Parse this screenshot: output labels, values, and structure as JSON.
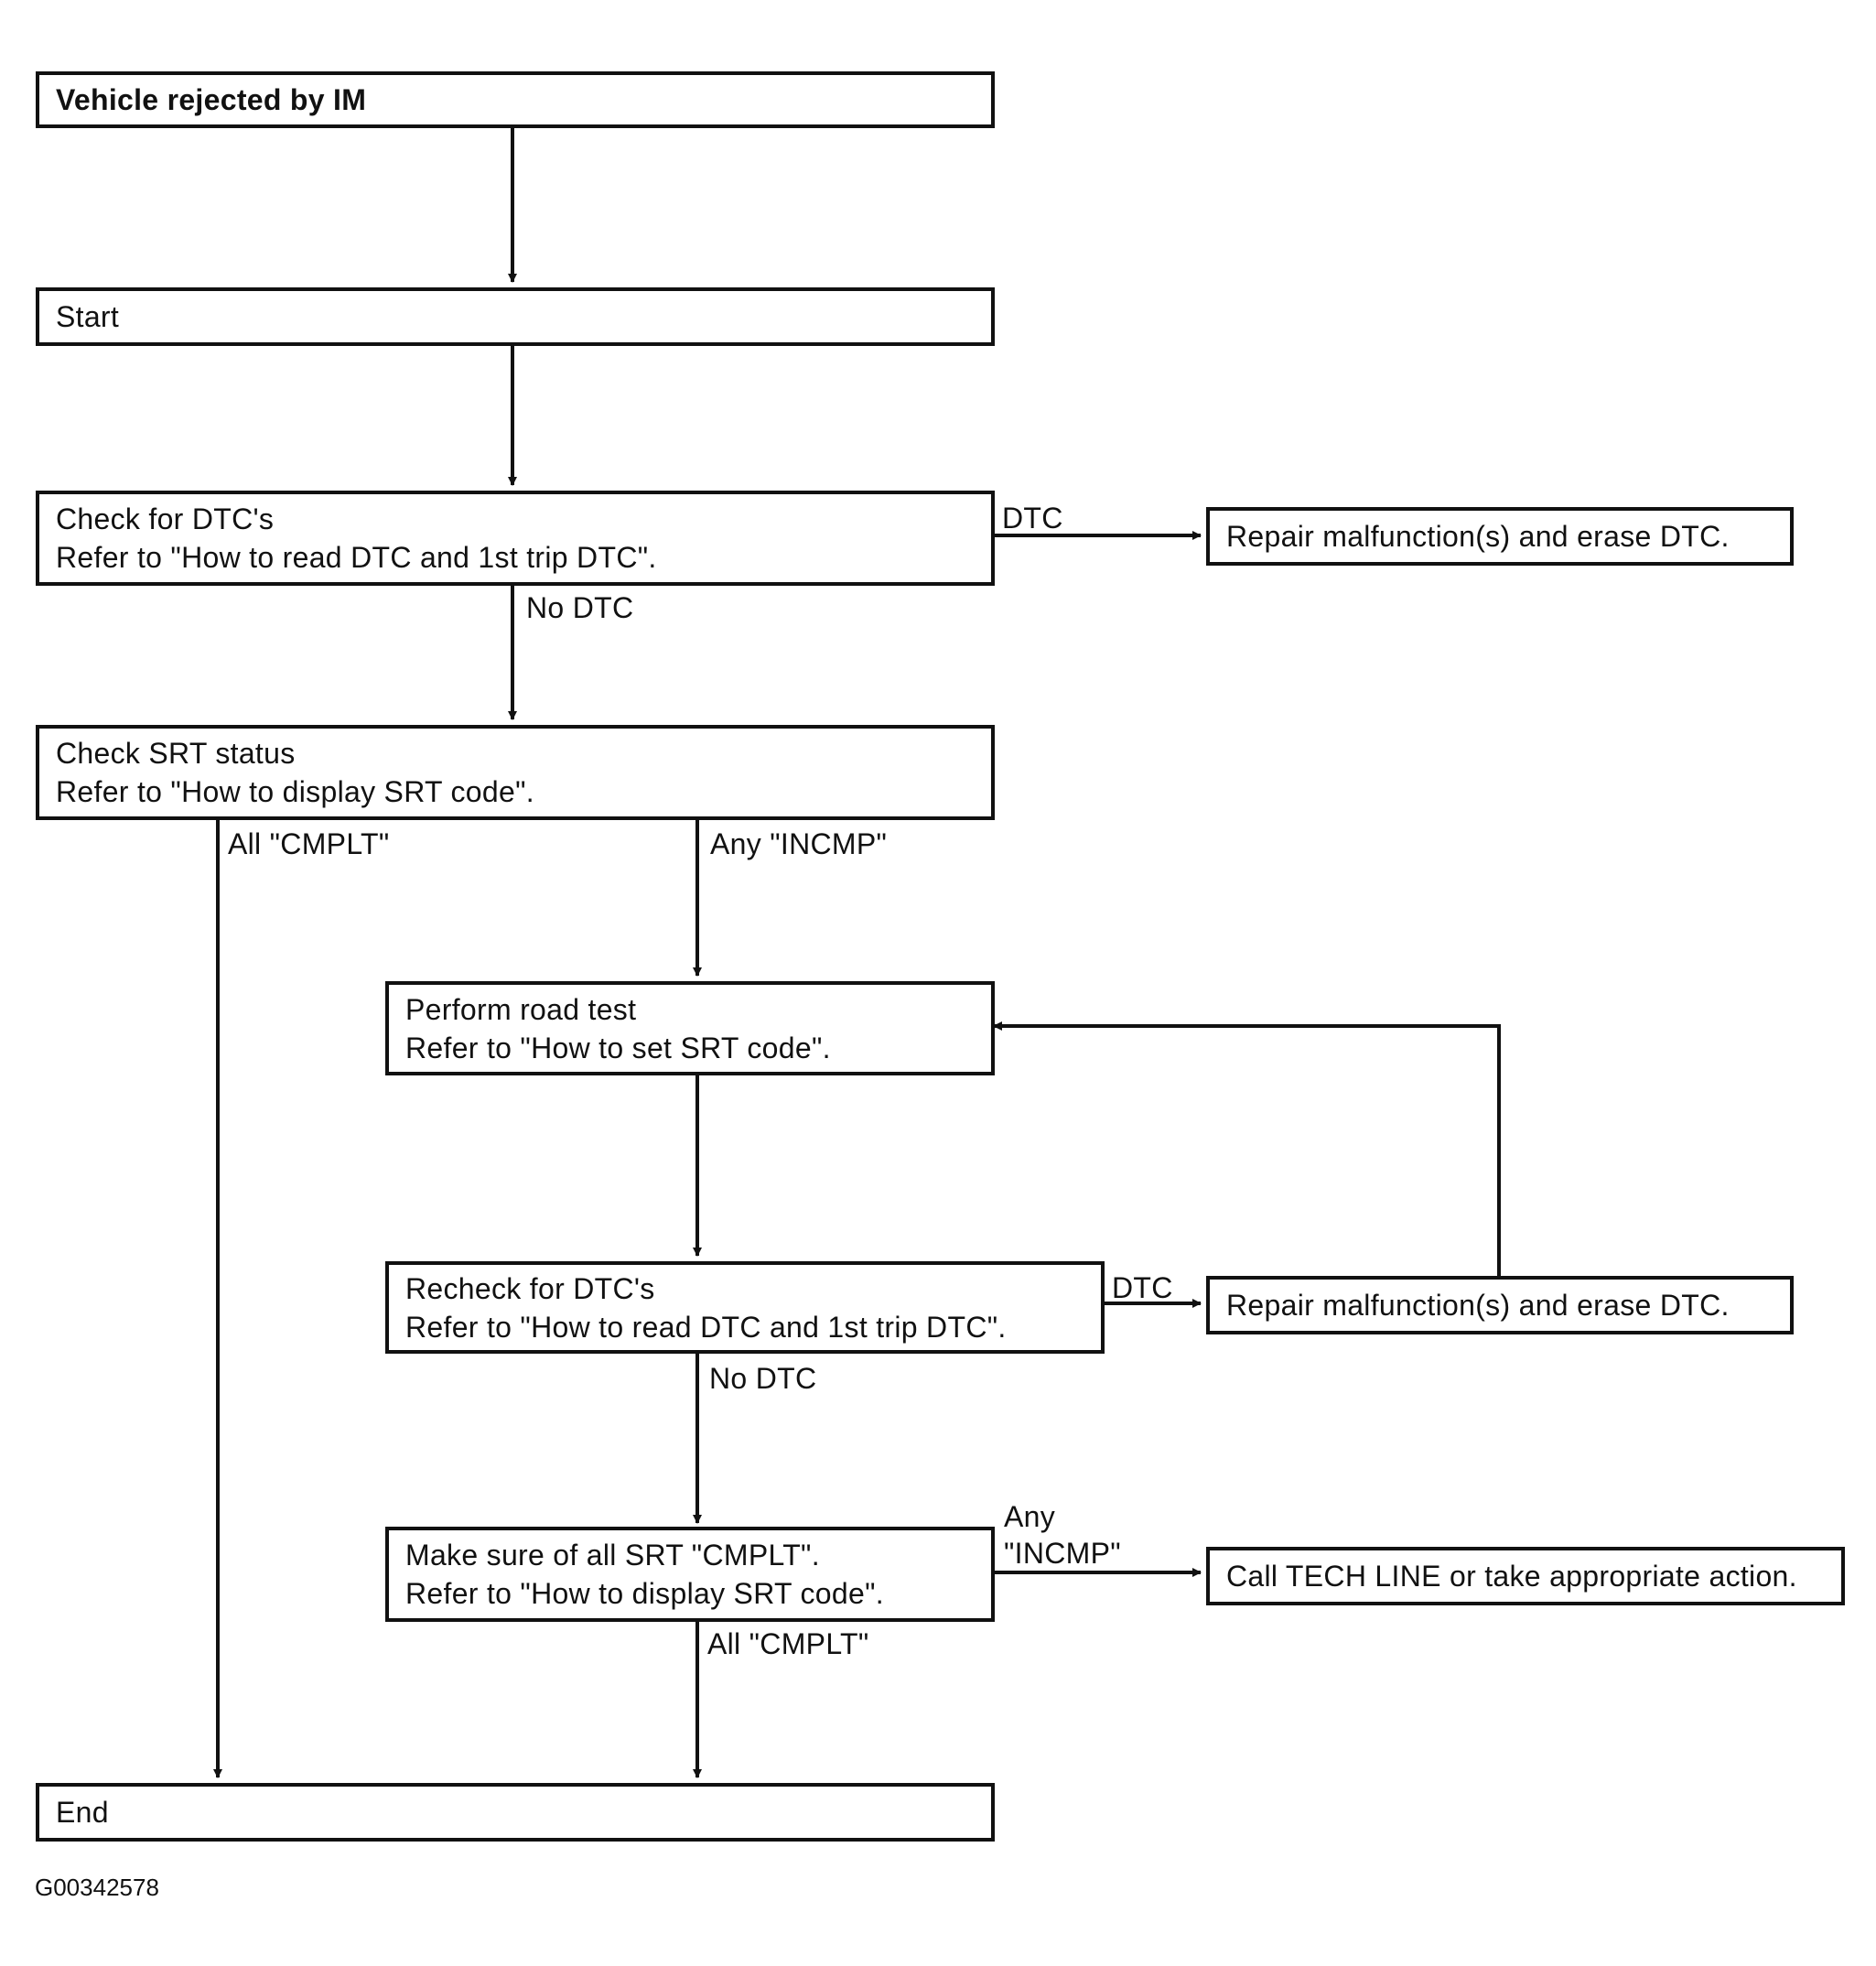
{
  "boxes": {
    "rejected": "Vehicle rejected by IM",
    "start": "Start",
    "check_dtc": {
      "line1": "Check for DTC's",
      "line2": "Refer to \"How to read DTC and 1st trip DTC\"."
    },
    "repair1": "Repair malfunction(s) and erase DTC.",
    "check_srt": {
      "line1": "Check SRT status",
      "line2": "Refer to \"How to display SRT code\"."
    },
    "road_test": {
      "line1": "Perform road test",
      "line2": "Refer to \"How to set SRT code\"."
    },
    "recheck_dtc": {
      "line1": "Recheck for DTC's",
      "line2": "Refer to \"How to read DTC and 1st trip DTC\"."
    },
    "repair2": "Repair malfunction(s) and erase DTC.",
    "make_sure": {
      "line1": "Make sure of all SRT \"CMPLT\".",
      "line2": "Refer to \"How to display SRT code\"."
    },
    "tech_line": "Call TECH LINE or take appropriate action.",
    "end": "End"
  },
  "labels": {
    "dtc1": "DTC",
    "no_dtc1": "No DTC",
    "all_cmplt1": "All \"CMPLT\"",
    "any_incmp1": "Any \"INCMP\"",
    "dtc2": "DTC",
    "no_dtc2": "No DTC",
    "any2": "Any",
    "incmp2": "\"INCMP\"",
    "all_cmplt2": "All \"CMPLT\""
  },
  "figure_code": "G00342578"
}
